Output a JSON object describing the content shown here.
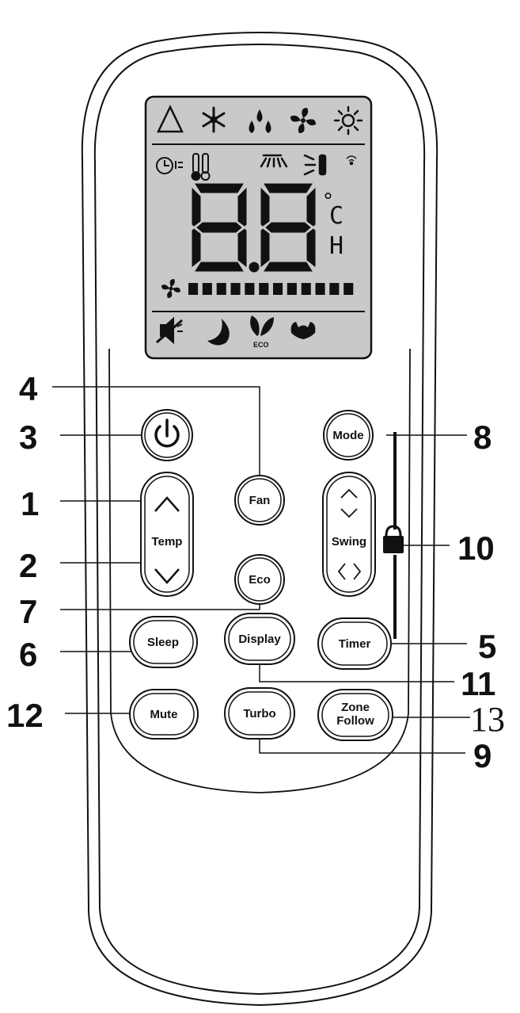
{
  "buttons": {
    "power": "",
    "mode": "Mode",
    "fan": "Fan",
    "temp": "Temp",
    "swing": "Swing",
    "eco": "Eco",
    "sleep": "Sleep",
    "display": "Display",
    "timer": "Timer",
    "mute": "Mute",
    "turbo": "Turbo",
    "zone_follow_line1": "Zone",
    "zone_follow_line2": "Follow"
  },
  "callouts": {
    "n1": "1",
    "n2": "2",
    "n3": "3",
    "n4": "4",
    "n5": "5",
    "n6": "6",
    "n7": "7",
    "n8": "8",
    "n9": "9",
    "n10": "10",
    "n11": "11",
    "n12": "12",
    "n13": "13"
  },
  "lcd": {
    "digits": "88",
    "degree": "°",
    "unit_c": "C",
    "unit_h": "H",
    "eco_text": "ECO",
    "fan_level_segments": 12
  },
  "icons": {
    "mode_row": [
      "auto-triangle-icon",
      "snowflake-icon",
      "dry-droplets-icon",
      "fan-icon",
      "sun-heat-icon"
    ],
    "status_row": [
      "timer-clock-icon",
      "thermometer-icon",
      "louver-icon",
      "swing-icon",
      "signal-icon"
    ],
    "bottom_row": [
      "mute-icon",
      "moon-sleep-icon",
      "eco-leaf-icon",
      "turbo-icon"
    ]
  }
}
